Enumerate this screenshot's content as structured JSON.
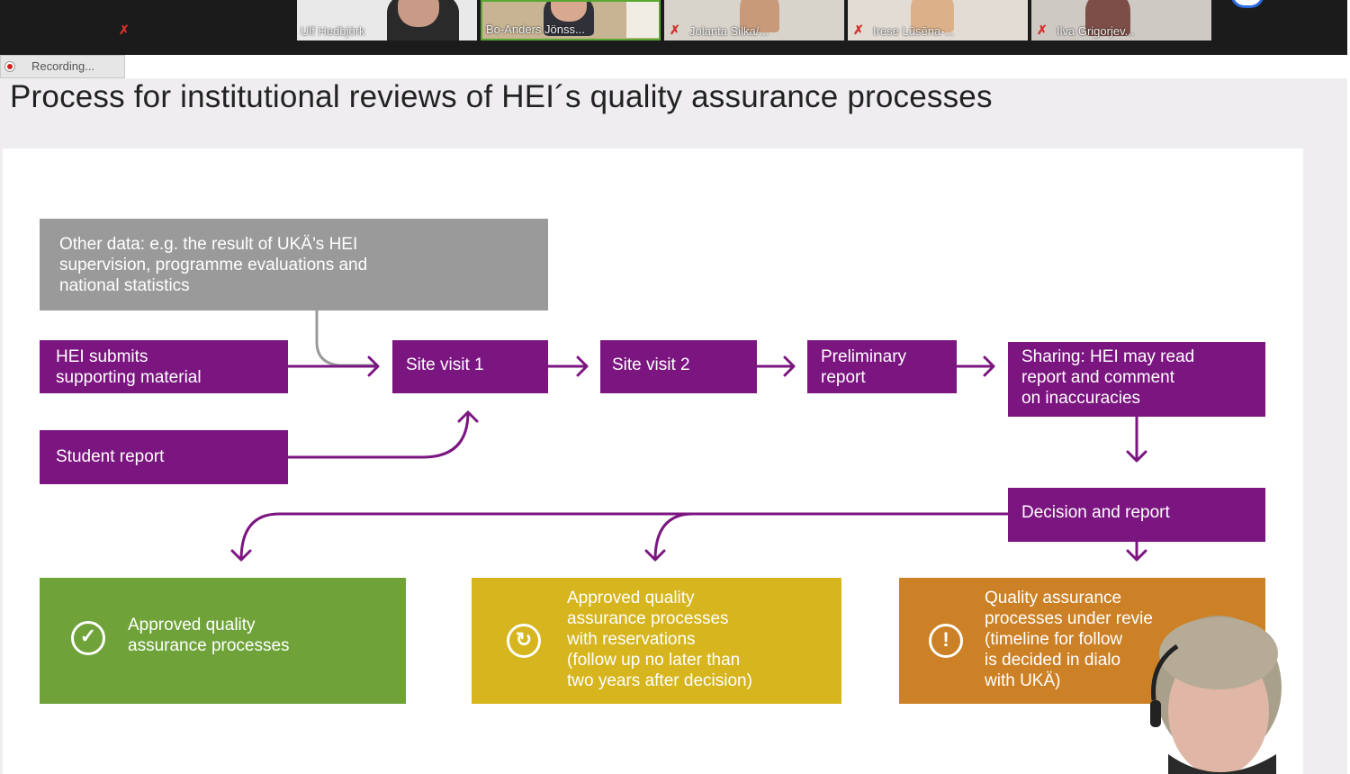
{
  "participants": [
    {
      "name": "",
      "muted": true
    },
    {
      "name": "Ulf Hedbjörk",
      "muted": false
    },
    {
      "name": "Bo-Anders Jönss...",
      "muted": false
    },
    {
      "name": "Jolanta Silka/...",
      "muted": true
    },
    {
      "name": "Irese Lūsēna-...",
      "muted": true
    },
    {
      "name": "Ilva Grigorjev...",
      "muted": true
    }
  ],
  "recording": {
    "label": "Recording..."
  },
  "slide": {
    "title": "Process for institutional reviews of HEI´s quality assurance processes",
    "other_data": [
      "Other data: e.g. the result of UKÄ’s HEI",
      "supervision, programme evaluations and",
      "national statistics"
    ],
    "hei_submits": [
      "HEI submits",
      "supporting material"
    ],
    "site_visit_1": "Site visit 1",
    "site_visit_2": "Site visit 2",
    "preliminary": [
      "Preliminary",
      "report"
    ],
    "sharing": [
      "Sharing: HEI may read",
      "report and comment",
      "on inaccuracies"
    ],
    "student_report": "Student report",
    "decision": "Decision and report",
    "outcomes": [
      {
        "lines": [
          "Approved quality",
          "assurance processes"
        ],
        "color": "#6fa33a",
        "icon": "check-circle-icon"
      },
      {
        "lines": [
          "Approved quality",
          "assurance processes",
          "with reservations",
          "(follow up no later than",
          "two years after decision)"
        ],
        "color": "#d6b51e",
        "icon": "refresh-circle-icon"
      },
      {
        "lines": [
          "Quality assurance",
          "processes under revie",
          "(timeline for follow",
          "is decided in dialo",
          "with UKÄ)"
        ],
        "color": "#cc8126",
        "icon": "exclamation-circle-icon"
      }
    ],
    "colors": {
      "purple": "#7b1580",
      "gray": "#9a9a9a",
      "header_bg": "#efedf0"
    }
  }
}
